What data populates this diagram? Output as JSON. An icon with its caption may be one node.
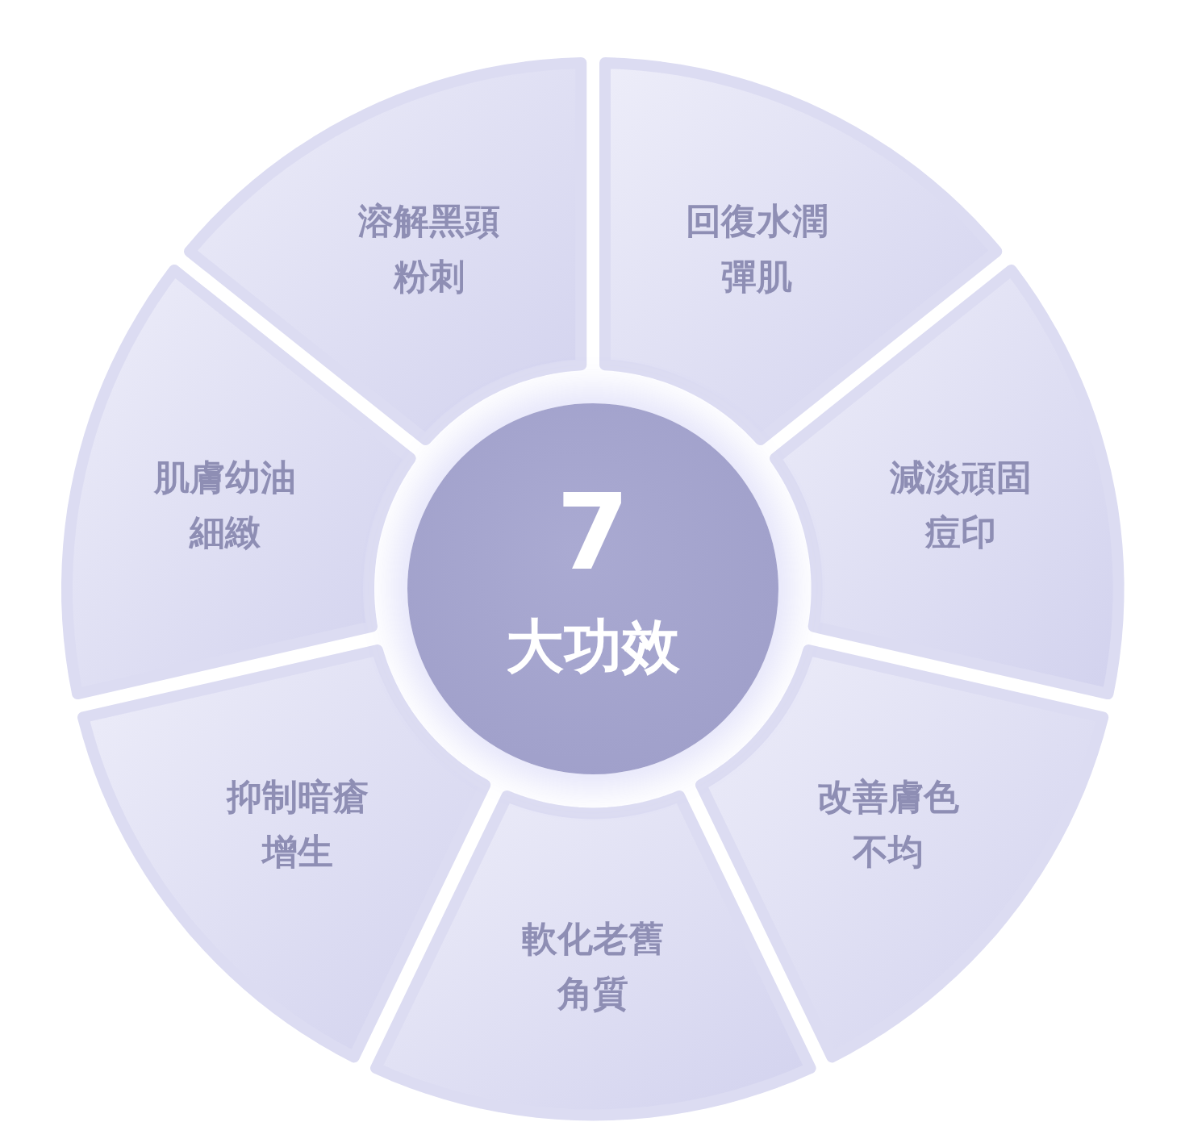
{
  "diagram": {
    "nodes": [
      {
        "text": [
          "溶解黑頭粉刺"
        ]
      },
      {
        "text": [
          "回復水潤彈肌"
        ]
      },
      {
        "text": [
          "肌膚幼油細緻"
        ]
      },
      {
        "text": [
          "7",
          "大功效"
        ]
      },
      {
        "text": [
          "減淡頑固痘印"
        ]
      },
      {
        "text": [
          "抑制暗瘡增生"
        ]
      },
      {
        "text": [
          "改善膚色不均"
        ]
      },
      {
        "text": [
          "軟化老舊角質"
        ]
      }
    ],
    "edges": []
  }
}
